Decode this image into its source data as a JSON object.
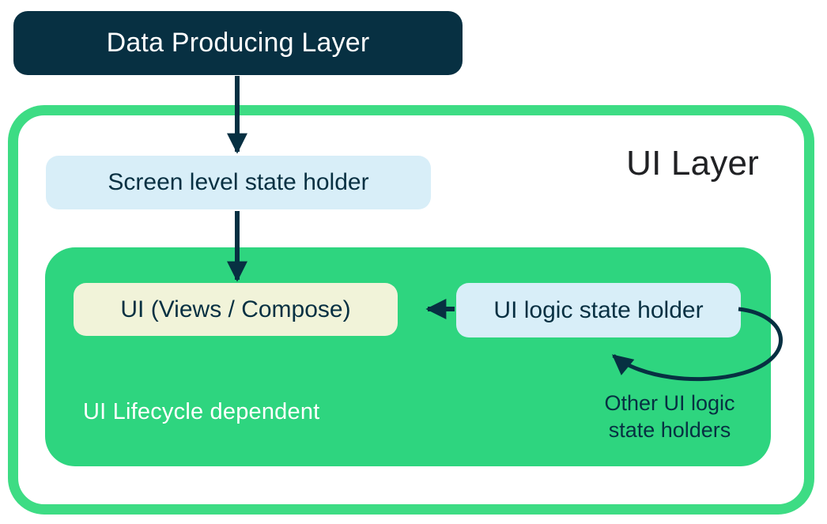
{
  "colors": {
    "dark": "#073042",
    "green_border": "#3ddc84",
    "green_fill": "#2ed57f",
    "blue": "#d8eef8",
    "cream": "#f1f3d9",
    "title": "#202124",
    "white": "#ffffff"
  },
  "diagram": {
    "ui_layer_title": "UI Layer",
    "nodes": {
      "data_producing_layer": "Data Producing Layer",
      "screen_state_holder": "Screen level state holder",
      "ui_views_compose": "UI (Views / Compose)",
      "ui_logic_state_holder": "UI logic state holder",
      "lifecycle_note": "UI Lifecycle dependent",
      "other_state_holders": "Other UI logic\nstate holders"
    },
    "edges": [
      {
        "from": "Data Producing Layer",
        "to": "Screen level state holder",
        "type": "arrow"
      },
      {
        "from": "Screen level state holder",
        "to": "UI (Views / Compose)",
        "type": "arrow"
      },
      {
        "from": "UI logic state holder",
        "to": "UI (Views / Compose)",
        "type": "arrow"
      },
      {
        "from": "UI logic state holder",
        "to": "UI logic state holder",
        "label": "Other UI logic state holders",
        "type": "self-loop-arrow"
      }
    ]
  }
}
